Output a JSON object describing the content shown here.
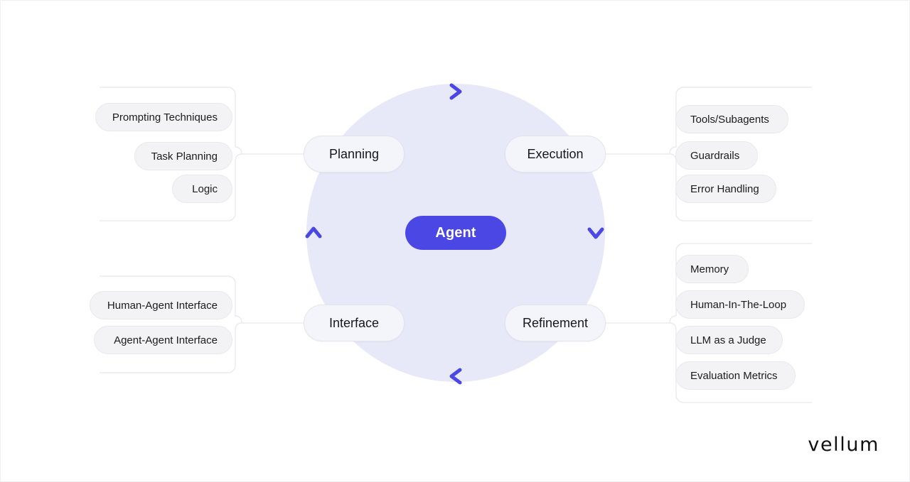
{
  "diagram": {
    "center": {
      "label": "Agent",
      "color": "#4a47e5"
    },
    "circle_color": "#e7e9f8",
    "quadrants": [
      {
        "id": "planning",
        "label": "Planning"
      },
      {
        "id": "execution",
        "label": "Execution"
      },
      {
        "id": "interface",
        "label": "Interface"
      },
      {
        "id": "refinement",
        "label": "Refinement"
      }
    ],
    "branches": {
      "planning": {
        "side": "left",
        "items": [
          {
            "label": "Prompting Techniques"
          },
          {
            "label": "Task Planning"
          },
          {
            "label": "Logic"
          }
        ]
      },
      "execution": {
        "side": "right",
        "items": [
          {
            "label": "Tools/Subagents"
          },
          {
            "label": "Guardrails"
          },
          {
            "label": "Error Handling"
          }
        ]
      },
      "interface": {
        "side": "left",
        "items": [
          {
            "label": "Human-Agent Interface"
          },
          {
            "label": "Agent-Agent Interface"
          }
        ]
      },
      "refinement": {
        "side": "right",
        "items": [
          {
            "label": "Memory"
          },
          {
            "label": "Human-In-The-Loop"
          },
          {
            "label": "LLM as a Judge"
          },
          {
            "label": "Evaluation Metrics"
          }
        ]
      }
    },
    "flow_arrows": [
      {
        "id": "top",
        "direction": "right",
        "icon": "chevron-right-icon"
      },
      {
        "id": "right",
        "direction": "down",
        "icon": "chevron-down-icon"
      },
      {
        "id": "bottom",
        "direction": "left",
        "icon": "chevron-left-icon"
      },
      {
        "id": "left",
        "direction": "up",
        "icon": "chevron-up-icon"
      }
    ],
    "arrow_color": "#4a47e5"
  },
  "branding": {
    "wordmark": "vellum"
  }
}
